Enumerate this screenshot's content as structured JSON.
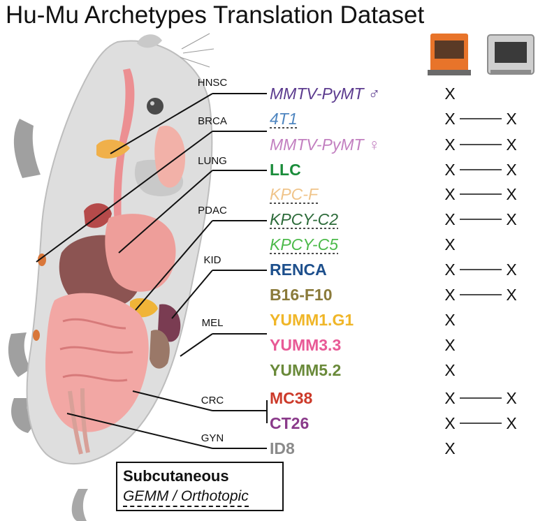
{
  "title": "Hu-Mu Archetypes Translation Dataset",
  "instruments": [
    {
      "name": "instrument-1",
      "color": "#e8742a"
    },
    {
      "name": "instrument-2",
      "color": "#8c8c8c"
    }
  ],
  "tissues": [
    "HNSC",
    "BRCA",
    "LUNG",
    "PDAC",
    "KID",
    "MEL",
    "CRC",
    "GYN"
  ],
  "models": [
    {
      "label": "MMTV-PyMT ♂",
      "color": "#5b3a8e",
      "style": "italic",
      "dashed": false,
      "col1": "X",
      "col2": ""
    },
    {
      "label": "4T1",
      "color": "#4f86c0",
      "style": "italic",
      "dashed": true,
      "col1": "X",
      "col2": "X"
    },
    {
      "label": "MMTV-PyMT ♀",
      "color": "#c27fc0",
      "style": "italic",
      "dashed": false,
      "col1": "X",
      "col2": "X"
    },
    {
      "label": "LLC",
      "color": "#1a8c3a",
      "style": "bold",
      "dashed": false,
      "col1": "X",
      "col2": "X"
    },
    {
      "label": "KPC-F",
      "color": "#f0c48a",
      "style": "italic",
      "dashed": true,
      "col1": "X",
      "col2": "X"
    },
    {
      "label": "KPCY-C2",
      "color": "#2d6b3a",
      "style": "italic",
      "dashed": true,
      "col1": "X",
      "col2": "X"
    },
    {
      "label": "KPCY-C5",
      "color": "#4cba4a",
      "style": "italic",
      "dashed": true,
      "col1": "X",
      "col2": ""
    },
    {
      "label": "RENCA",
      "color": "#1d4f8c",
      "style": "bold",
      "dashed": false,
      "col1": "X",
      "col2": "X"
    },
    {
      "label": "B16-F10",
      "color": "#8a7a3a",
      "style": "bold",
      "dashed": false,
      "col1": "X",
      "col2": "X"
    },
    {
      "label": "YUMM1.G1",
      "color": "#f0b628",
      "style": "bold",
      "dashed": false,
      "col1": "X",
      "col2": ""
    },
    {
      "label": "YUMM3.3",
      "color": "#e85a96",
      "style": "bold",
      "dashed": false,
      "col1": "X",
      "col2": ""
    },
    {
      "label": "YUMM5.2",
      "color": "#6a8a3a",
      "style": "bold",
      "dashed": false,
      "col1": "X",
      "col2": ""
    },
    {
      "label": "MC38",
      "color": "#cc3a2a",
      "style": "bold",
      "dashed": false,
      "col1": "X",
      "col2": "X"
    },
    {
      "label": "CT26",
      "color": "#8a3a8a",
      "style": "bold",
      "dashed": false,
      "col1": "X",
      "col2": "X"
    },
    {
      "label": "ID8",
      "color": "#8a8a8a",
      "style": "bold",
      "dashed": false,
      "col1": "X",
      "col2": ""
    }
  ],
  "legend": {
    "subcutaneous": "Subcutaneous",
    "gemm": "GEMM / Orthotopic"
  }
}
